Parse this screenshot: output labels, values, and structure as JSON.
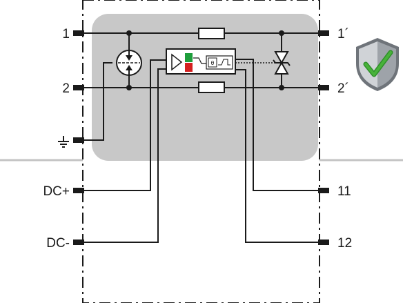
{
  "diagram": {
    "terminals": {
      "t1": "1",
      "t2": "2",
      "t1p": "1´",
      "t2p": "2´",
      "dcp": "DC+",
      "dcm": "DC-",
      "t11": "11",
      "t12": "12"
    },
    "icons": {
      "ground": "ground-icon",
      "shield": "shield-check-icon",
      "gas_discharge_tube": "gas-discharge-tube-icon",
      "suppressor_diode": "suppressor-diode-icon",
      "monitoring_module": "monitoring-module-icon"
    },
    "colors": {
      "protection_zone": "#c8c8c8",
      "wire": "#1a1a1a",
      "status_ok": "#1e9e3c",
      "status_fault": "#d42020",
      "shield_fill": "#b9bdc3",
      "check_mark": "#3a9a2e"
    }
  }
}
